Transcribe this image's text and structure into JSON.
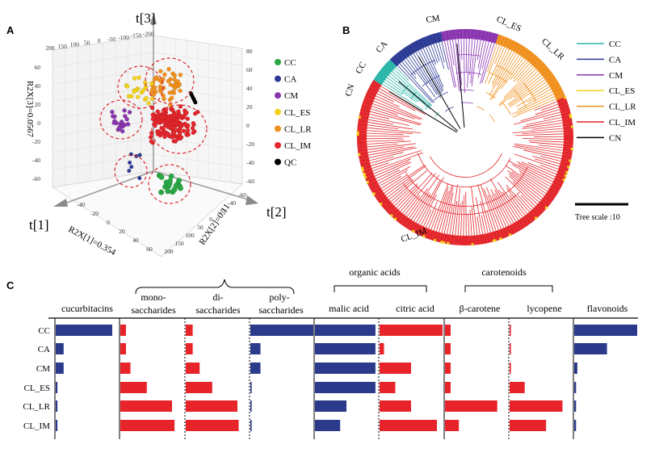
{
  "panels": {
    "a": "A",
    "b": "B",
    "c": "C"
  },
  "colors": {
    "CC": "#2ab5a8",
    "CA": "#2b3a94",
    "CM": "#8a35b0",
    "CL_ES": "#f3d21e",
    "CL_LR": "#f0901e",
    "CL_IM": "#e3262b",
    "CN": "#000000",
    "QC": "#000000",
    "pca_CC": "#2aa645",
    "pca_CA": "#2b3a94",
    "bar_blue": "#2b3a8a",
    "bar_red": "#e8242b"
  },
  "pca": {
    "axis_t1": "t[1]",
    "axis_t2": "t[2]",
    "axis_t3": "t[3]",
    "var_t1": "R2X[1]=0.354",
    "var_t2": "R2X[2]=0.11",
    "var_t3": "R2X[3]=0.0567",
    "ticks_top": [
      "200",
      "150",
      "100",
      "50",
      "0",
      "-50",
      "-100",
      "-150",
      "-200"
    ],
    "ticks_right": [
      "80",
      "60",
      "40",
      "20",
      "0",
      "-20",
      "-40",
      "-60"
    ],
    "ticks_left": [
      "60",
      "40",
      "20",
      "0",
      "-20",
      "-40",
      "-60"
    ],
    "ticks_bottom_left": [
      "-40",
      "-20",
      "0",
      "20",
      "40",
      "60"
    ],
    "ticks_bottom_right": [
      "-60",
      "-40",
      "-20",
      "0",
      "50",
      "100",
      "150",
      "200"
    ],
    "legend": [
      {
        "name": "CC",
        "color": "#2aa645"
      },
      {
        "name": "CA",
        "color": "#2b3a94"
      },
      {
        "name": "CM",
        "color": "#8a35b0"
      },
      {
        "name": "CL_ES",
        "color": "#f3d21e"
      },
      {
        "name": "CL_LR",
        "color": "#f0901e"
      },
      {
        "name": "CL_IM",
        "color": "#e3262b"
      },
      {
        "name": "QC",
        "color": "#000000"
      }
    ]
  },
  "tree": {
    "clade_labels": [
      "CN",
      "CC",
      "CA",
      "CM",
      "CL_ES",
      "CL_LR",
      "CL_IM"
    ],
    "legend": [
      {
        "name": "CC",
        "color": "#2ab5a8"
      },
      {
        "name": "CA",
        "color": "#2b3a94"
      },
      {
        "name": "CM",
        "color": "#8a35b0"
      },
      {
        "name": "CL_ES",
        "color": "#f3d21e"
      },
      {
        "name": "CL_LR",
        "color": "#f0901e"
      },
      {
        "name": "CL_IM",
        "color": "#e3262b"
      },
      {
        "name": "CN",
        "color": "#000000"
      }
    ],
    "scale_label": "Tree scale :10"
  },
  "chart_data": {
    "type": "bar",
    "rows": [
      "CC",
      "CA",
      "CM",
      "CL_ES",
      "CL_LR",
      "CL_IM"
    ],
    "groups": [
      {
        "label": "carotenoids",
        "columns": [
          "β-carotene",
          "lycopene"
        ]
      },
      {
        "label": "organic acids",
        "columns": [
          "malic acid",
          "citric acid"
        ]
      }
    ],
    "saccharide_prefixes": [
      "mono-",
      "di-",
      "poly-"
    ],
    "columns": [
      {
        "label": "cucurbitacins",
        "sep": "solid",
        "color": "bar_blue",
        "values": [
          1.0,
          0.14,
          0.14,
          0.03,
          0.03,
          0.03
        ]
      },
      {
        "label": "saccharides",
        "prefix": "mono-",
        "sep": "solid",
        "color": "bar_red",
        "values": [
          0.09,
          0.09,
          0.16,
          0.42,
          0.82,
          0.86
        ]
      },
      {
        "label": "saccharides",
        "prefix": "di-",
        "sep": "dashed",
        "color": "bar_red",
        "values": [
          0.11,
          0.11,
          0.22,
          0.42,
          0.82,
          0.84
        ]
      },
      {
        "label": "saccharides",
        "prefix": "poly-",
        "sep": "dashed",
        "color": "bar_blue",
        "values": [
          1.0,
          0.16,
          0.16,
          0.02,
          0.02,
          0.02
        ]
      },
      {
        "label": "malic acid",
        "sep": "solid",
        "color": "bar_blue",
        "values": [
          0.96,
          0.96,
          0.96,
          0.96,
          0.5,
          0.4
        ]
      },
      {
        "label": "citric acid",
        "sep": "dashed",
        "color": "bar_red",
        "values": [
          1.0,
          0.07,
          0.5,
          0.25,
          0.5,
          0.91
        ]
      },
      {
        "label": "β-carotene",
        "sep": "solid",
        "color": "bar_red",
        "values": [
          0.09,
          0.09,
          0.09,
          0.09,
          0.83,
          0.22
        ]
      },
      {
        "label": "lycopene",
        "sep": "dashed",
        "color": "bar_red",
        "values": [
          0.02,
          0.02,
          0.02,
          0.24,
          0.84,
          0.58
        ]
      },
      {
        "label": "flavonoids",
        "sep": "solid",
        "color": "bar_blue",
        "values": [
          1.0,
          0.52,
          0.05,
          0.03,
          0.03,
          0.03
        ]
      }
    ]
  }
}
